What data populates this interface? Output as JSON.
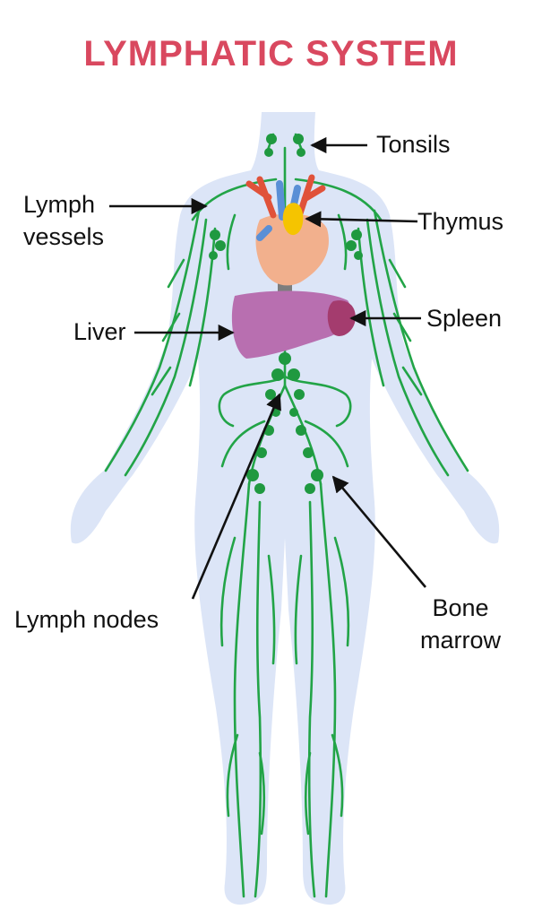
{
  "title": "LYMPHATIC SYSTEM",
  "labels": {
    "tonsils": "Tonsils",
    "lymph_vessels_1": "Lymph",
    "lymph_vessels_2": "vessels",
    "thymus": "Thymus",
    "liver": "Liver",
    "spleen": "Spleen",
    "lymph_nodes": "Lymph nodes",
    "bone_marrow_1": "Bone",
    "bone_marrow_2": "marrow"
  },
  "colors": {
    "title": "#d9485f",
    "body": "#dce5f7",
    "lymph": "#22a447",
    "node": "#1f9940",
    "heart": "#f2b08d",
    "thymus": "#f5c400",
    "liver": "#b86fb0",
    "spleen": "#a43c6e",
    "arrow": "#111111",
    "artery": "#e0523a",
    "vein": "#5a8fd6",
    "aorta": "#7d7d7d"
  }
}
